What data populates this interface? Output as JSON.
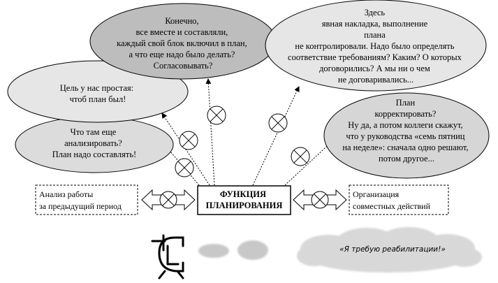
{
  "center": {
    "lines": [
      "ФУНКЦИЯ",
      "ПЛАНИРОВАНИЯ"
    ]
  },
  "left_box": {
    "lines": [
      "Анализ работы",
      "за предыдущий период"
    ]
  },
  "right_box": {
    "lines": [
      "Организация",
      "совместных действий"
    ]
  },
  "bubbles": {
    "analyze": {
      "lines": [
        "Что там еще",
        "анализировать?",
        "План надо составлять!"
      ],
      "fill": "#dcdcdc"
    },
    "goal": {
      "lines": [
        "Цель у нас простая:",
        "чтоб план был!"
      ],
      "fill": "#e6e6e6"
    },
    "together": {
      "lines": [
        "Конечно,",
        "все вместе и составляли,",
        "каждый свой блок включил в план,",
        "а что еще надо было делать?",
        "Согласовывать?"
      ],
      "fill": "#bdbdbd"
    },
    "control": {
      "lines": [
        "Здесь",
        "явная накладка, выполнение",
        "плана",
        "не контролировали. Надо было определять",
        "соответствие требованиям? Каким? О которых",
        "договорились? А мы ни о чем",
        "не договаривались..."
      ],
      "fill": "#e6e6e6"
    },
    "adjust": {
      "lines": [
        "План",
        "корректировать?",
        "Ну да, а потом коллеги скажут,",
        "что у руководства «семь пятниц",
        "на неделе»: сначала одно решают,",
        "потом другое..."
      ],
      "fill": "#d6d6d6"
    }
  },
  "caption": {
    "text": "«Я требую реабилитации!»"
  },
  "colors": {
    "cloud_dark": "#c8c8c8",
    "cloud_light": "#d8d8d8",
    "stroke": "#000000"
  }
}
